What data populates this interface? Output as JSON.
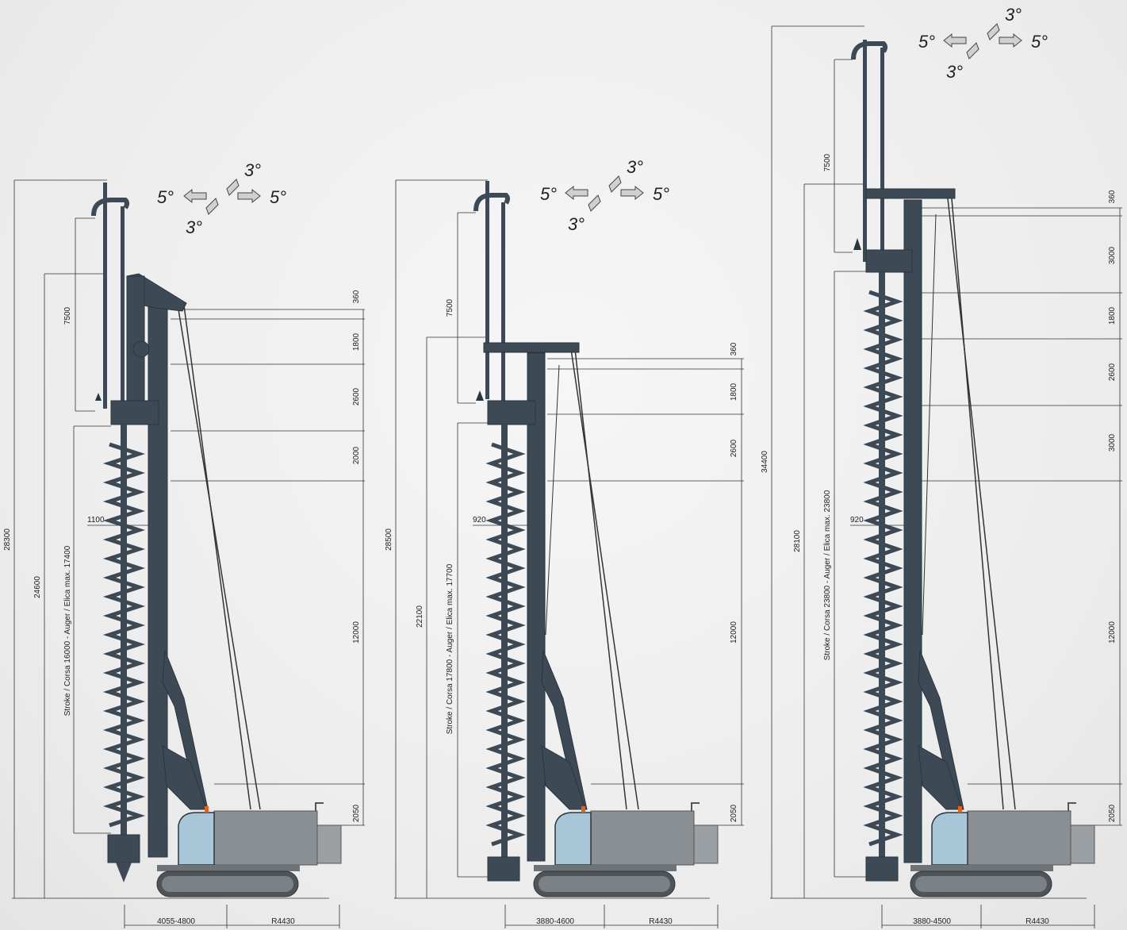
{
  "rigs": [
    {
      "id": "rig-1",
      "dims": {
        "overall_height": "28300",
        "guide_height": "24600",
        "stroke_label": "Stroke / Corsa 16000 - Auger / Elica max. 17400",
        "top_travel": "7500",
        "auger_diameter": "1100",
        "base_front": "4055-4800",
        "base_rear": "R4430"
      },
      "side_dims": [
        "360",
        "1800",
        "2600",
        "2000",
        "12000",
        "2050"
      ],
      "angles": {
        "left": "5°",
        "right": "5°",
        "fwd": "3°",
        "back": "3°"
      }
    },
    {
      "id": "rig-2",
      "dims": {
        "overall_height": "28500",
        "guide_height": "22100",
        "stroke_label": "Stroke / Corsa 17800 - Auger / Elica max. 17700",
        "top_travel": "7500",
        "auger_diameter": "920",
        "base_front": "3880-4600",
        "base_rear": "R4430"
      },
      "side_dims": [
        "360",
        "1800",
        "2600",
        "12000",
        "2050"
      ],
      "angles": {
        "left": "5°",
        "right": "5°",
        "fwd": "3°",
        "back": "3°"
      }
    },
    {
      "id": "rig-3",
      "dims": {
        "overall_height": "34400",
        "guide_height": "28100",
        "stroke_label": "Stroke / Corsa 23800 - Auger / Elica max. 23800",
        "top_travel": "7500",
        "auger_diameter": "920",
        "base_front": "3880-4500",
        "base_rear": "R4430"
      },
      "side_dims": [
        "360",
        "3000",
        "1800",
        "2600",
        "3000",
        "12000",
        "2050"
      ],
      "angles": {
        "left": "5°",
        "right": "5°",
        "fwd": "3°",
        "back": "3°"
      }
    }
  ],
  "colors": {
    "mast": "#3d4a55",
    "mast_dark": "#2b353d",
    "body": "#8a8f94",
    "body_dark": "#6e7378",
    "cab": "#a9c6d8",
    "track": "#7c8186",
    "track_dark": "#4f5459",
    "accent": "#e0621c"
  }
}
